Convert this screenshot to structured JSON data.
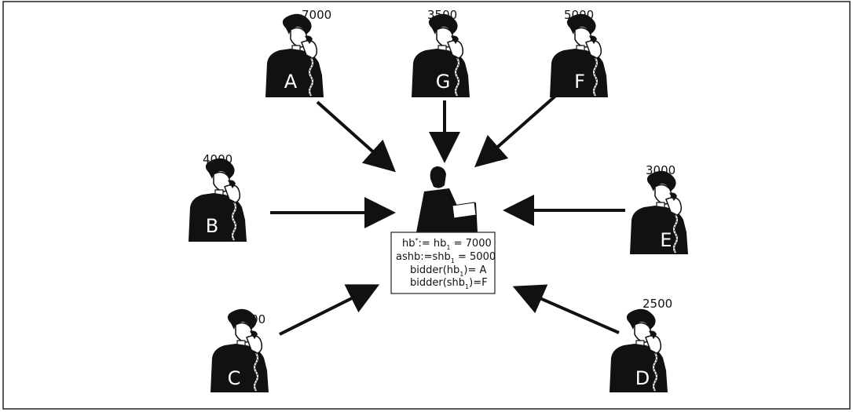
{
  "bidders": [
    {
      "id": "A",
      "letter": "A",
      "bid": "7000"
    },
    {
      "id": "G",
      "letter": "G",
      "bid": "3500"
    },
    {
      "id": "F",
      "letter": "F",
      "bid": "5000"
    },
    {
      "id": "B",
      "letter": "B",
      "bid": "4000"
    },
    {
      "id": "E",
      "letter": "E",
      "bid": "3000"
    },
    {
      "id": "C",
      "letter": "C",
      "bid": "2000"
    },
    {
      "id": "D",
      "letter": "D",
      "bid": "2500"
    }
  ],
  "auctioneer_box": {
    "line1": {
      "lhs": "hb",
      "sup": "*",
      "mid": ":= hb",
      "sub": "1",
      "rhs": " = 7000"
    },
    "line2": {
      "lhs": "ashb:=shb",
      "sub": "1",
      "rhs": " = 5000"
    },
    "line3": {
      "lhs": "bidder(hb",
      "sub": "1",
      "rhs": ")= A"
    },
    "line4": {
      "lhs": "bidder(shb",
      "sub": "1",
      "rhs": ")=F"
    }
  },
  "colors": {
    "figure": "#111111",
    "arrow": "#111111",
    "border": "#222222"
  }
}
